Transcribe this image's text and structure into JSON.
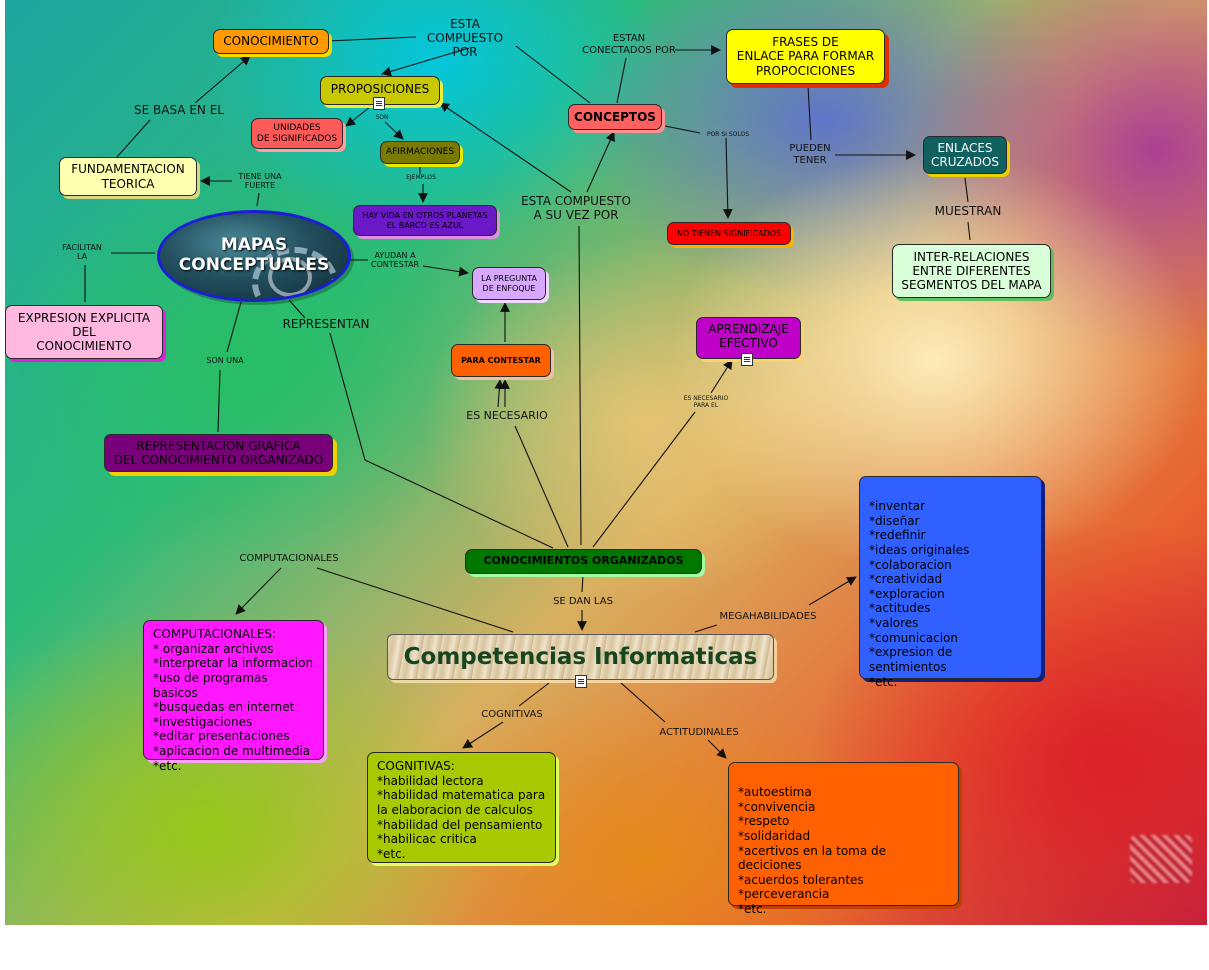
{
  "colors": {
    "conocimiento": "#ff9a00",
    "proposiciones": "#c8c800",
    "conceptos": "#ff6060",
    "frases": "#ffff00",
    "enlaces_cruzados": "#106060",
    "inter_relaciones": "#d8ffd8",
    "fundamentacion": "#ffffb0",
    "unidades": "#ff5a5a",
    "afirmaciones": "#7a7a00",
    "hay_vida": "#6a18c8",
    "no_tienen": "#ff0000",
    "expresion": "#ffb8e0",
    "pregunta": "#d8a8ff",
    "para_contestar": "#ff6000",
    "aprendizaje": "#c000c8",
    "representacion": "#780078",
    "conocimientos_org": "#007800",
    "computacionales_box": "#ff18ff",
    "cognitivas_box": "#a8c800",
    "actitudinales_box": "#ff6000",
    "megahabilidades_box": "#3060ff",
    "competencias_text": "#16451e",
    "ellipse_border": "#1c1cd8"
  },
  "nodes": {
    "conocimiento": "CONOCIMIENTO",
    "proposiciones": "PROPOSICIONES",
    "conceptos": "CONCEPTOS",
    "frases": "FRASES  DE\nENLACE PARA FORMAR\nPROPOCICIONES",
    "enlaces_cruzados": "ENLACES\nCRUZADOS",
    "inter_relaciones": "INTER-RELACIONES\nENTRE DIFERENTES\nSEGMENTOS DEL MAPA",
    "fundamentacion": "FUNDAMENTACION\nTEORICA",
    "unidades": "UNIDADES\nDE SIGNIFICADOS",
    "afirmaciones": "AFIRMACIONES",
    "hay_vida": "HAY VIDA EN OTROS PLANETAS\nEL BARCO ES AZUL",
    "no_tienen": "NO TIENEN SIGNIFICADOS",
    "mapas": "MAPAS\nCONCEPTUALES",
    "expresion": "EXPRESION EXPLICITA\nDEL\nCONOCIMIENTO",
    "pregunta": "LA PREGUNTA\nDE ENFOQUE",
    "para_contestar": "PARA  CONTESTAR",
    "aprendizaje": "APRENDIZAJE\nEFECTIVO",
    "representacion": "REPRESENTACION GRAFICA\nDEL CONOCIMIENTO ORGANIZADO",
    "conocimientos_org": "CONOCIMIENTOS ORGANIZADOS",
    "competencias": "Competencias Informaticas",
    "computacionales_box": "COMPUTACIONALES:\n* organizar archivos\n*interpretar la informacion\n*uso de programas basicos\n*busquedas en internet\n*investigaciones\n*editar presentaciones\n*aplicacion de multimedia\n*etc.",
    "cognitivas_box": "COGNITIVAS:\n*habilidad lectora\n*habilidad matematica para\n  la elaboracion de calculos\n*habilidad del pensamiento\n*habilicac critica\n*etc.",
    "actitudinales_box": "*autoestima\n*convivencia\n*respeto\n*solidaridad\n*acertivos en la toma de deciciones\n*acuerdos tolerantes\n*perceverancia\n*etc.",
    "megahabilidades_box": "*inventar\n*diseñar\n*redefinir\n*ideas originales\n*colaboracion\n*creatividad\n*exploracion\n*actitudes\n*valores\n*comunicacion\n*expresion de sentimientos\n*etc."
  },
  "links": {
    "esta_compuesto_por": "ESTA COMPUESTO\nPOR",
    "estan_conectados_por": "ESTAN\nCONECTADOS POR",
    "se_basa_en_el": "SE BASA EN EL",
    "son": "SON",
    "ejemplos": "EJEMPLOS",
    "por_si_solos": "POR SI SOLOS",
    "pueden_tener": "PUEDEN\nTENER",
    "tiene_una_fuerte": "TIENE UNA\nFUERTE",
    "esta_compuesto_a_su_vez": "ESTA  COMPUESTO\nA SU VEZ POR",
    "muestran": "MUESTRAN",
    "facilitan_la": "FACILITAN\nLA",
    "ayudan_a_contestar": "AYUDAN A\nCONTESTAR",
    "representan": "REPRESENTAN",
    "son_una": "SON UNA",
    "es_necesario": "ES NECESARIO",
    "es_necesario_para_el": "ES NECESARIO\nPARA EL",
    "computacionales": "COMPUTACIONALES",
    "se_dan_las": "SE DAN LAS",
    "megahabilidades": "MEGAHABILIDADES",
    "cognitivas": "COGNITIVAS",
    "actitudinales": "ACTITUDINALES"
  }
}
